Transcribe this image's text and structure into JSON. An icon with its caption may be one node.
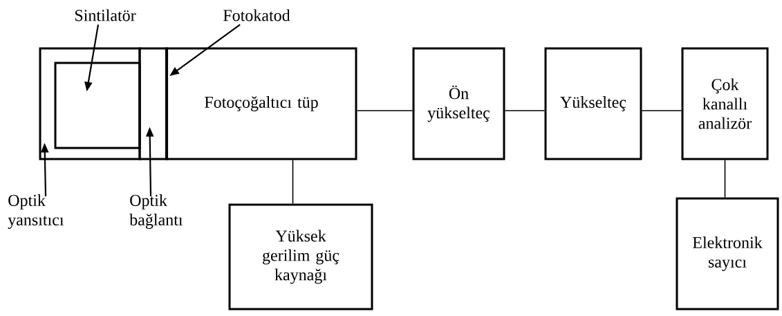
{
  "diagram": {
    "nodes": [
      {
        "text": [
          "Sintilatör"
        ]
      },
      {
        "text": [
          "Fotokatod"
        ]
      },
      {
        "text": [],
        "shape": "box"
      },
      {
        "text": [],
        "shape": "box",
        "in": 2
      },
      {
        "text": [],
        "shape": "box"
      },
      {
        "text": [],
        "shape": "bar"
      },
      {
        "text": [
          "Fotoçoğaltıcı tüp"
        ]
      },
      {
        "text": [
          "Ön yükselteç"
        ]
      },
      {
        "text": [
          "Yükselteç"
        ]
      },
      {
        "text": [
          "Çok kanallı analizör"
        ]
      },
      {
        "text": [
          "Yüksek gerilim güç kaynağı"
        ]
      },
      {
        "text": [
          "Elektronik sayıcı"
        ]
      },
      {
        "text": [
          "Optik yansıtıcı"
        ]
      },
      {
        "text": [
          "Optik bağlantı"
        ]
      }
    ],
    "edges": [
      {
        "from": 0,
        "to": 3,
        "arrow": "to"
      },
      {
        "from": 1,
        "to": 5,
        "arrow": "to"
      },
      {
        "from": 12,
        "to": 2,
        "arrow": "to"
      },
      {
        "from": 13,
        "to": 4,
        "arrow": "to"
      },
      {
        "from": 6,
        "to": 7,
        "arrow": "none"
      },
      {
        "from": 7,
        "to": 8,
        "arrow": "none"
      },
      {
        "from": 8,
        "to": 9,
        "arrow": "none"
      },
      {
        "from": 6,
        "to": 10,
        "arrow": "none"
      },
      {
        "from": 9,
        "to": 11,
        "arrow": "none"
      }
    ]
  }
}
